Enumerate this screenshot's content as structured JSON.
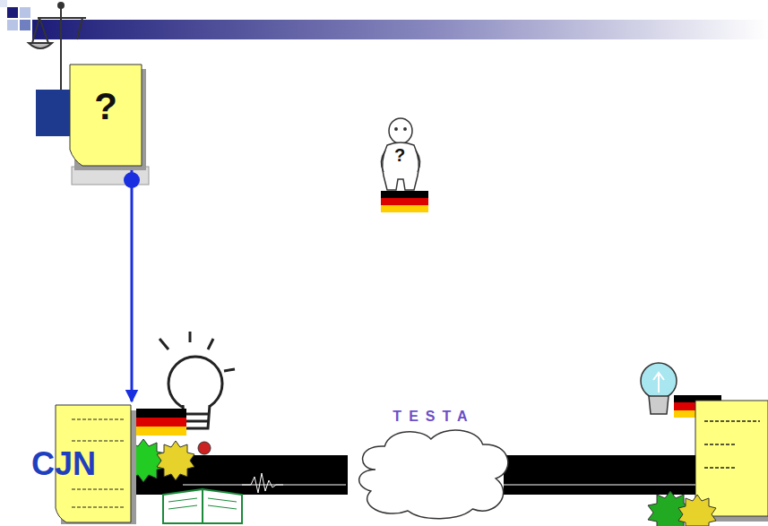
{
  "diagram": {
    "nodes": [
      {
        "text": [
          "?"
        ]
      },
      {
        "text": [
          "CJN"
        ]
      },
      {
        "text": [
          "TESTA"
        ]
      }
    ],
    "edges": [
      {
        "from": 0,
        "to": 1,
        "arrow": "to"
      },
      {
        "from": 1,
        "to": 2,
        "arrow": "none"
      }
    ],
    "labels": [
      "?"
    ]
  }
}
